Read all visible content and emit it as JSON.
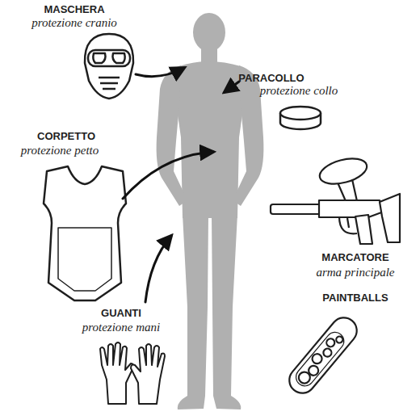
{
  "diagram": {
    "labels": [
      "MASCHERA",
      "protezione cranio",
      "PARACOLLO",
      "protezione collo",
      "CORPETTO",
      "protezione petto",
      "MARCATORE",
      "arma principale",
      "GUANTI",
      "protezione mani",
      "PAINTBALLS"
    ]
  }
}
